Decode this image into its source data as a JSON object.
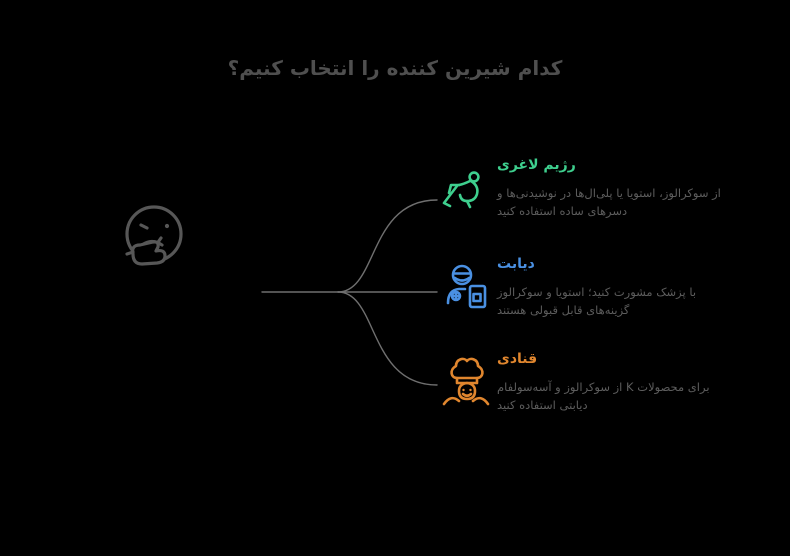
{
  "title": "کدام شیرین کننده را انتخاب کنیم؟",
  "center_icon": "thinking-face-icon",
  "colors": {
    "background": "#000000",
    "title_text": "#4f4f4f",
    "body_text": "#5d5d5d",
    "connector_line": "#6f6f6f",
    "face_outline": "#575757",
    "branch_green": "#3ecf8e",
    "branch_blue": "#4a90e2",
    "branch_orange": "#e0862e"
  },
  "branches": [
    {
      "label": "رژیم لاغری",
      "icon": "stretching-person-icon",
      "color": "#3ecf8e",
      "lines": [
        "از سوکرالوز، استویا یا پلی‌ال‌ها در نوشیدنی‌ها و",
        "دسرهای ساده استفاده کنید"
      ]
    },
    {
      "label": "دیابت",
      "icon": "doctor-icon",
      "color": "#4a90e2",
      "lines": [
        "با پزشک مشورت کنید؛ استویا و سوکرالوز",
        "گزینه‌های قابل قبولی هستند"
      ]
    },
    {
      "label": "قنادی",
      "icon": "chef-icon",
      "color": "#e0862e",
      "lines": [
        "برای محصولات K از سوکرالوز و آسه‌سولفام",
        "دیابتی استفاده کنید"
      ]
    }
  ]
}
